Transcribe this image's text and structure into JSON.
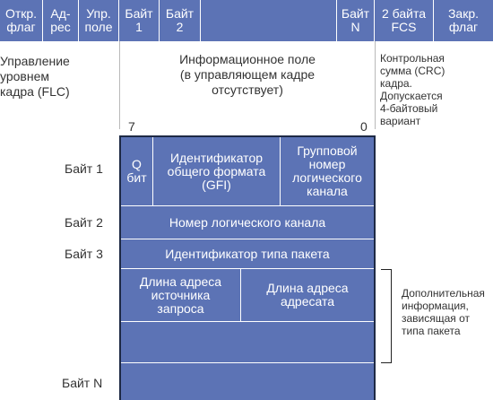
{
  "frame_header": {
    "cells": [
      "Откр.\nфлаг",
      "Ад-\nрес",
      "Упр.\nполе",
      "Байт\n1",
      "Байт\n2",
      "",
      "Байт\nN",
      "2 байта\nFCS",
      "Закр.\nфлаг"
    ]
  },
  "frame_labels": {
    "flc": "Управление\nуровнем\nкадра (FLC)",
    "info_field": "Информационное поле\n(в управляющем кадре\nотсутствует)",
    "fcs_note": "Контрольная\nсумма (CRC)\nкадра.\nДопускается\n4-байтовый\nвариант"
  },
  "bit_labels": {
    "high": "7",
    "low": "0"
  },
  "packet": {
    "byte_labels": [
      "Байт 1",
      "Байт 2",
      "Байт 3",
      "Байт N"
    ],
    "q_bit": "Q\nбит",
    "gfi": "Идентификатор\nобщего формата\n(GFI)",
    "group_number": "Групповой\nномер\nлогического\nканала",
    "channel_number": "Номер логического канала",
    "packet_type": "Идентификатор типа пакета",
    "src_addr_len": "Длина адреса\nисточника\nзапроса",
    "dst_addr_len": "Длина адреса\nадресата",
    "extra_info": "Дополнительная\nинформация,\nзависящая от\nтипа пакета"
  },
  "colors": {
    "cell": "#5c73b5",
    "frame": "#1e2a45",
    "text": "#333333"
  }
}
